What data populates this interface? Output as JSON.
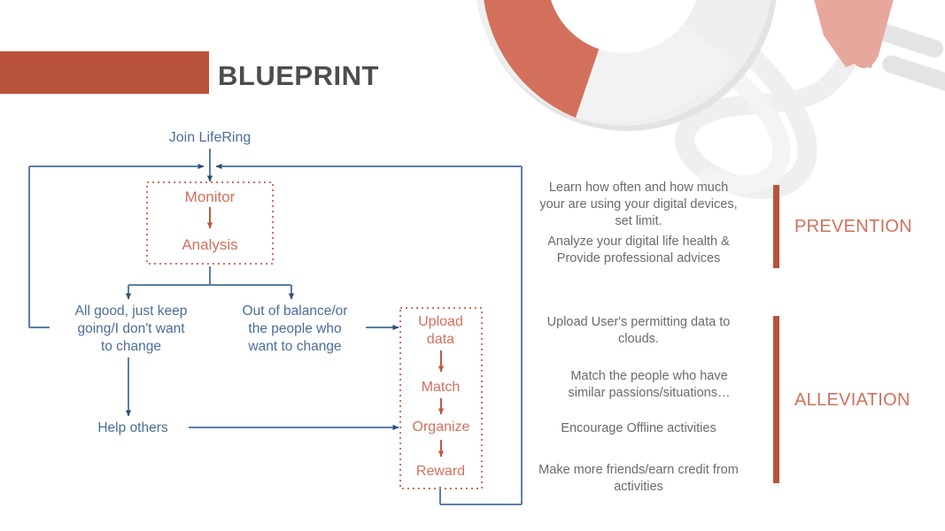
{
  "header": {
    "title": "BLUEPRINT",
    "bar_color": "#b9523a",
    "title_color": "#4d4d4d"
  },
  "colors": {
    "accent_red": "#b9523a",
    "soft_red": "#d2705c",
    "flow_blue": "#4a6d9a",
    "body_grey": "#6b6b6b",
    "ring_grey": "#e8e8e8",
    "plug_pink": "#e8a79c"
  },
  "decor": {
    "lifering_icon": "life-ring-icon",
    "plug_icon": "power-plug-icon",
    "rope_icon": "rope-cable-icon"
  },
  "flow": {
    "entry": "Join LifeRing",
    "monitor_group": {
      "steps": [
        "Monitor",
        "Analysis"
      ]
    },
    "branches": {
      "left": "All good, just keep\ngoing/I don't want\nto change",
      "right": "Out of balance/or\nthe people who\nwant to change"
    },
    "help_others": "Help others",
    "engage_group": {
      "steps": [
        "Upload\ndata",
        "Match",
        "Organize",
        "Reward"
      ]
    }
  },
  "categories": [
    {
      "name": "PREVENTION",
      "descriptions": [
        "Learn how often and how much\nyour are using your digital devices,\nset limit.",
        "Analyze your digital life health &\nProvide professional advices"
      ]
    },
    {
      "name": "ALLEVIATION",
      "descriptions": [
        "Upload User's permitting data to\nclouds.",
        "Match the people who have\nsimilar passions/situations…",
        "Encourage Offline activities",
        "Make more friends/earn credit from\nactivities"
      ]
    }
  ]
}
